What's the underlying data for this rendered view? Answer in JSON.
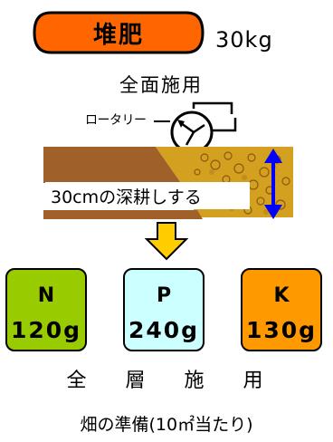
{
  "compost": {
    "label": "堆肥",
    "amount": "30kg",
    "method": "全面施用",
    "oval_color": "#ff6600"
  },
  "tiller": {
    "label": "ロータリー",
    "icon": "rotary-tiller-icon"
  },
  "soil": {
    "depth_label": "30cmの深耕しする",
    "untilled_color": "#a0602a",
    "tilled_color": "#d4a020",
    "depth_arrow_color": "#0000ff",
    "depth_arrow_icon": "double-headed-arrow-icon"
  },
  "flow_arrow": {
    "icon": "down-arrow-icon",
    "color": "#ffcc00"
  },
  "nutrients": [
    {
      "symbol": "N",
      "amount": "120g",
      "color": "#99cc00"
    },
    {
      "symbol": "P",
      "amount": "240g",
      "color": "#ccffff"
    },
    {
      "symbol": "K",
      "amount": "130g",
      "color": "#ff9900"
    }
  ],
  "fertilizer_method": "全 層 施 用",
  "caption": "畑の準備(10㎡当たり)"
}
